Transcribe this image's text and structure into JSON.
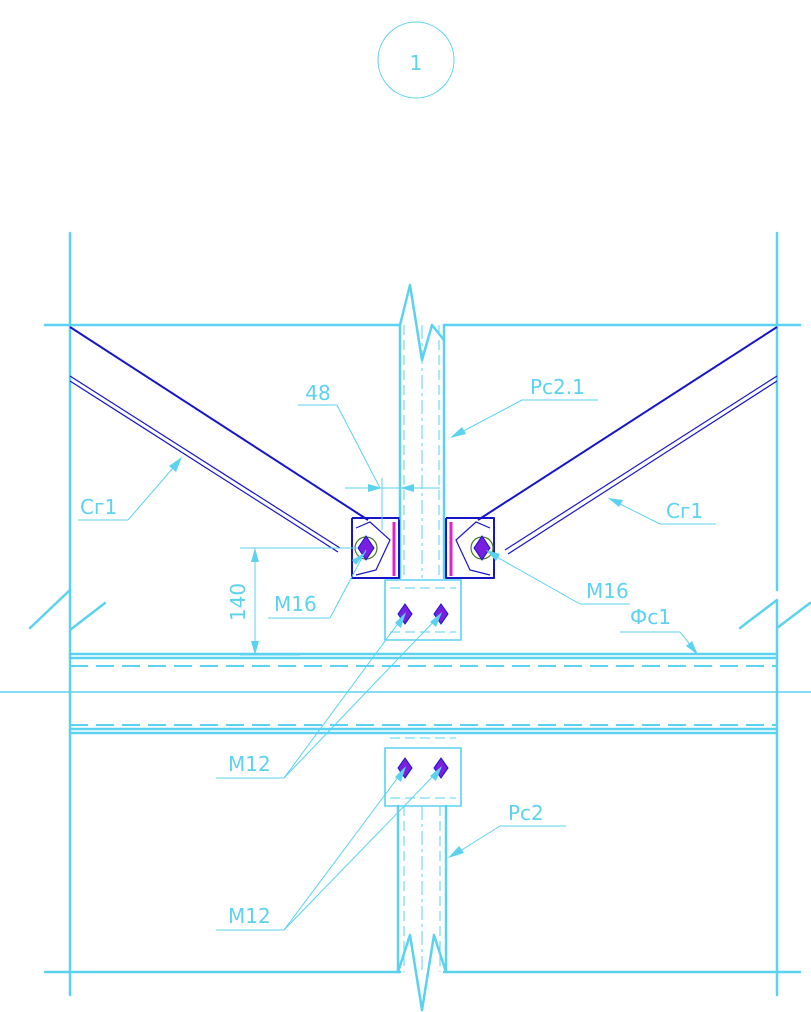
{
  "colors": {
    "outline": "#5ad2f0",
    "brace": "#1616c8",
    "bolt": "#7a1ee0",
    "plate": "#e020c8"
  },
  "node_marker": "1",
  "labels": {
    "dim_width": "48",
    "dim_height": "140",
    "rs21": "Рс2.1",
    "rs2": "Рс2",
    "sg1_left": "Сг1",
    "sg1_right": "Сг1",
    "fs1": "Фс1",
    "m16_left": "М16",
    "m16_right": "М16",
    "m12_upper": "М12",
    "m12_lower": "М12"
  },
  "icons": {
    "bolt": "bolt-diamond-icon",
    "break": "break-line-icon"
  }
}
